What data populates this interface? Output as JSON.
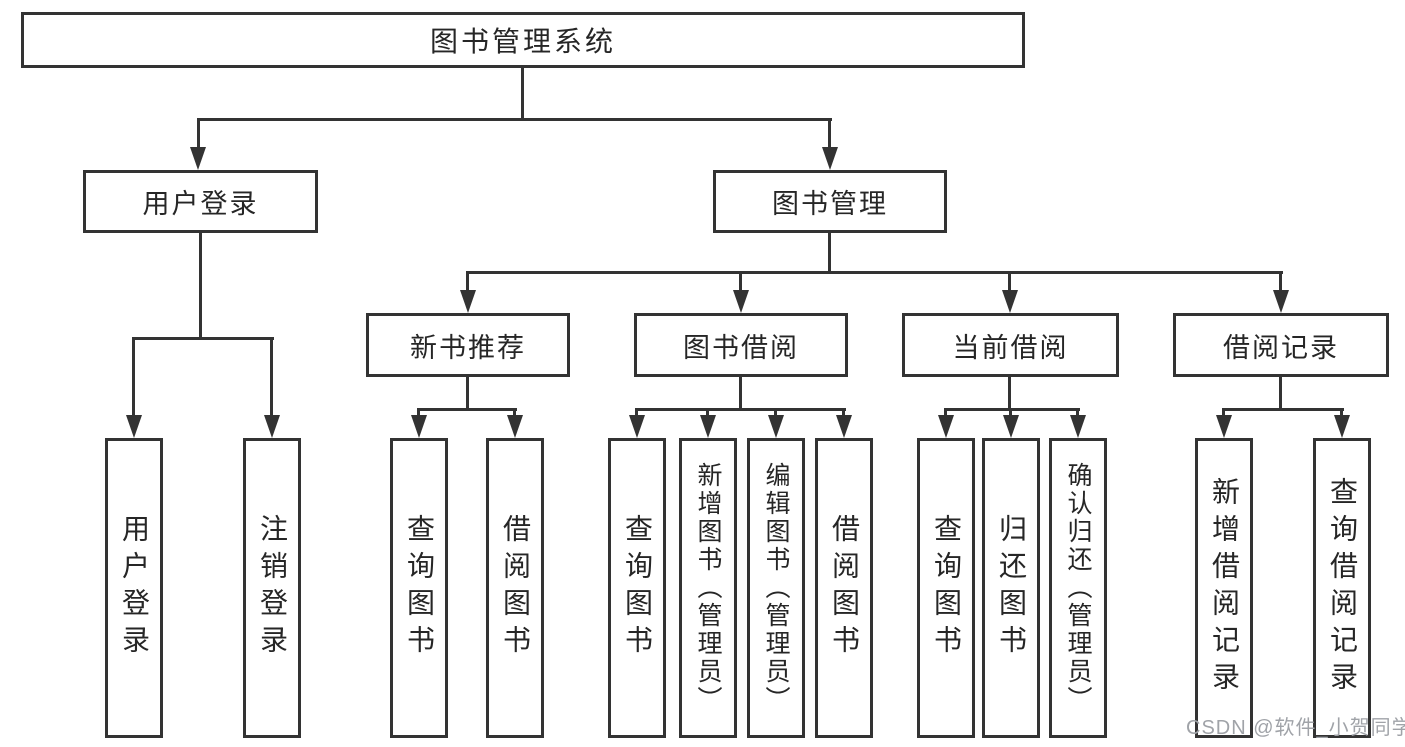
{
  "diagram": {
    "root": "图书管理系统",
    "level2": {
      "user_login": "用户登录",
      "book_mgmt": "图书管理"
    },
    "level3": {
      "new_book": "新书推荐",
      "borrow": "图书借阅",
      "current": "当前借阅",
      "records": "借阅记录"
    },
    "leaves": {
      "user_login": "用户登录",
      "logout": "注销登录",
      "nb_query": "查询图书",
      "nb_borrow": "借阅图书",
      "bb_query": "查询图书",
      "bb_add": "新增图书（管理员）",
      "bb_edit": "编辑图书（管理员）",
      "bb_borrow": "借阅图书",
      "cb_query": "查询图书",
      "cb_return": "归还图书",
      "cb_confirm": "确认归还（管理员）",
      "br_add": "新增借阅记录",
      "br_query": "查询借阅记录"
    }
  },
  "watermark": "CSDN @软件_小贺同学",
  "colors": {
    "line": "#333333",
    "text": "#262626",
    "background": "#ffffff",
    "watermark": "#a0a3a8"
  }
}
